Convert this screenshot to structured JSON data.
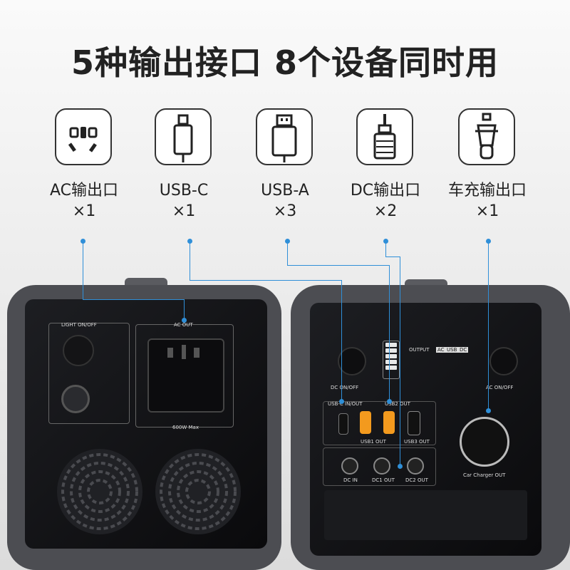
{
  "headline": "5种输出接口 8个设备同时用",
  "ports": [
    {
      "icon": "ac-plug-icon",
      "label": "AC输出口",
      "count": "×1"
    },
    {
      "icon": "usb-c-icon",
      "label": "USB-C",
      "count": "×1"
    },
    {
      "icon": "usb-a-icon",
      "label": "USB-A",
      "count": "×3"
    },
    {
      "icon": "dc-plug-icon",
      "label": "DC输出口",
      "count": "×2"
    },
    {
      "icon": "car-charger-icon",
      "label": "车充输出口",
      "count": "×1"
    }
  ],
  "left_unit": {
    "light_label": "LIGHT ON/OFF",
    "ac_label": "AC OUT",
    "ac_rating": "600W  Max"
  },
  "right_unit": {
    "output_label": "OUTPUT",
    "output_tags": [
      "AC",
      "USB",
      "DC"
    ],
    "dc_switch": "DC ON/OFF",
    "ac_switch": "AC ON/OFF",
    "usbc_label": "USB-C IN/OUT",
    "usb2_label": "USB2 OUT",
    "usb1_label": "USB1 OUT",
    "usb3_label": "USB3 OUT",
    "dc_in_label": "DC IN",
    "dc1_label": "DC1 OUT",
    "dc2_label": "DC2 OUT",
    "car_label": "Car Charger OUT"
  },
  "colors": {
    "accent": "#2f8fd8",
    "usb_fast": "#f39a1e"
  }
}
